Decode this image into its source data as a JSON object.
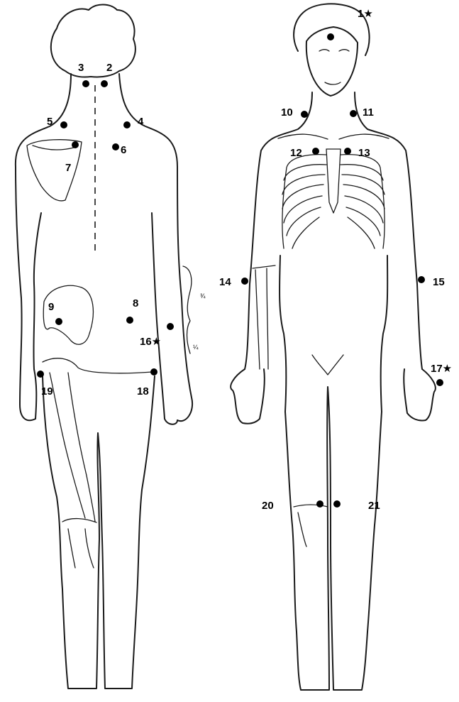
{
  "figure": {
    "back_view_points": [
      {
        "id": "tp-2",
        "label": "2"
      },
      {
        "id": "tp-3",
        "label": "3"
      },
      {
        "id": "tp-4",
        "label": "4"
      },
      {
        "id": "tp-5",
        "label": "5"
      },
      {
        "id": "tp-6",
        "label": "6"
      },
      {
        "id": "tp-7",
        "label": "7"
      },
      {
        "id": "tp-8",
        "label": "8"
      },
      {
        "id": "tp-9",
        "label": "9"
      },
      {
        "id": "tp-16",
        "label": "16★"
      },
      {
        "id": "tp-18",
        "label": "18"
      },
      {
        "id": "tp-19",
        "label": "19"
      }
    ],
    "front_view_points": [
      {
        "id": "tp-1",
        "label": "1★"
      },
      {
        "id": "tp-10",
        "label": "10"
      },
      {
        "id": "tp-11",
        "label": "11"
      },
      {
        "id": "tp-12",
        "label": "12"
      },
      {
        "id": "tp-13",
        "label": "13"
      },
      {
        "id": "tp-14",
        "label": "14"
      },
      {
        "id": "tp-15",
        "label": "15"
      },
      {
        "id": "tp-17",
        "label": "17★"
      },
      {
        "id": "tp-20",
        "label": "20"
      },
      {
        "id": "tp-21",
        "label": "21"
      }
    ],
    "bracket_marks": [
      "¾",
      "¼"
    ],
    "colors": {
      "ink": "#000000",
      "paper": "#ffffff"
    }
  }
}
